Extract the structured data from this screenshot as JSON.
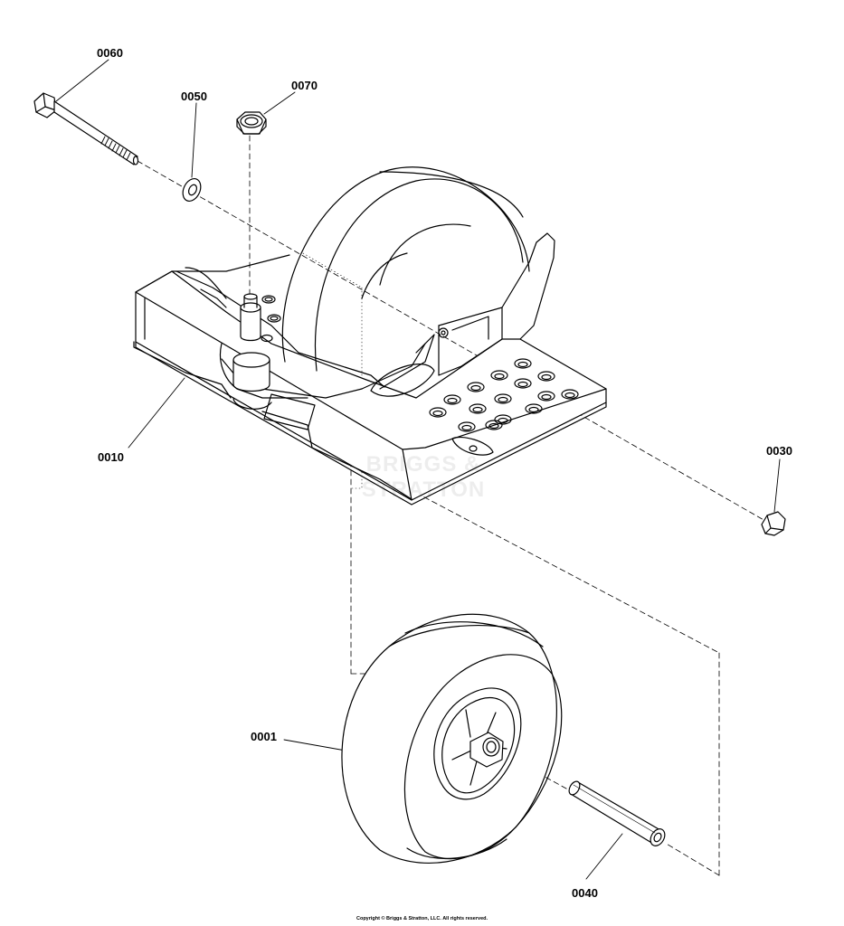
{
  "callouts": {
    "p0060": "0060",
    "p0050": "0050",
    "p0070": "0070",
    "p0010": "0010",
    "p0030": "0030",
    "p0001": "0001",
    "p0040": "0040"
  },
  "watermark": "BRIGGS & STRATTON",
  "copyright": "Copyright © Briggs & Stratton, LLC. All rights reserved.",
  "colors": {
    "line": "#000000",
    "background": "#ffffff"
  }
}
